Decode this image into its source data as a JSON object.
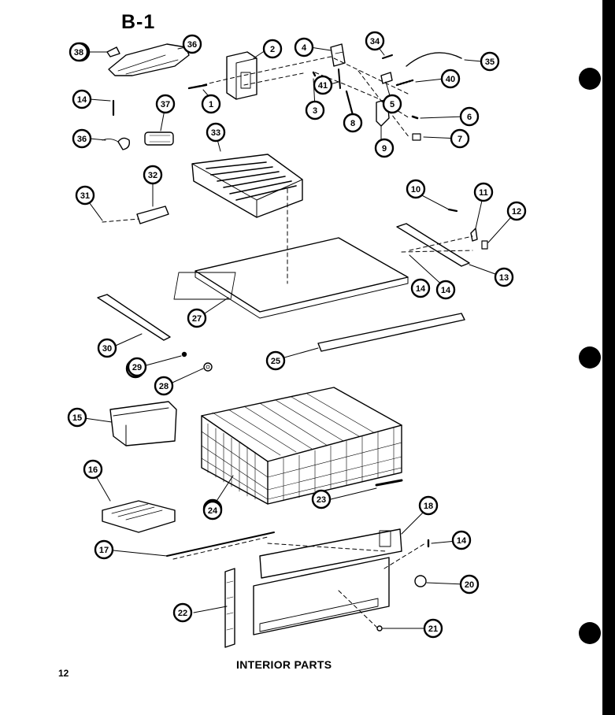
{
  "sheet": {
    "code": "B-1",
    "caption": "INTERIOR PARTS",
    "page_number": "12"
  },
  "callouts": [
    "1",
    "2",
    "3",
    "4",
    "5",
    "6",
    "7",
    "8",
    "9",
    "10",
    "11",
    "12",
    "13",
    "14",
    "14",
    "14",
    "14",
    "15",
    "16",
    "17",
    "18",
    "20",
    "20",
    "21",
    "22",
    "23",
    "24",
    "25",
    "27",
    "28",
    "28",
    "29",
    "30",
    "30",
    "31",
    "32",
    "33",
    "34",
    "35",
    "36",
    "36",
    "37",
    "38",
    "40",
    "41"
  ]
}
